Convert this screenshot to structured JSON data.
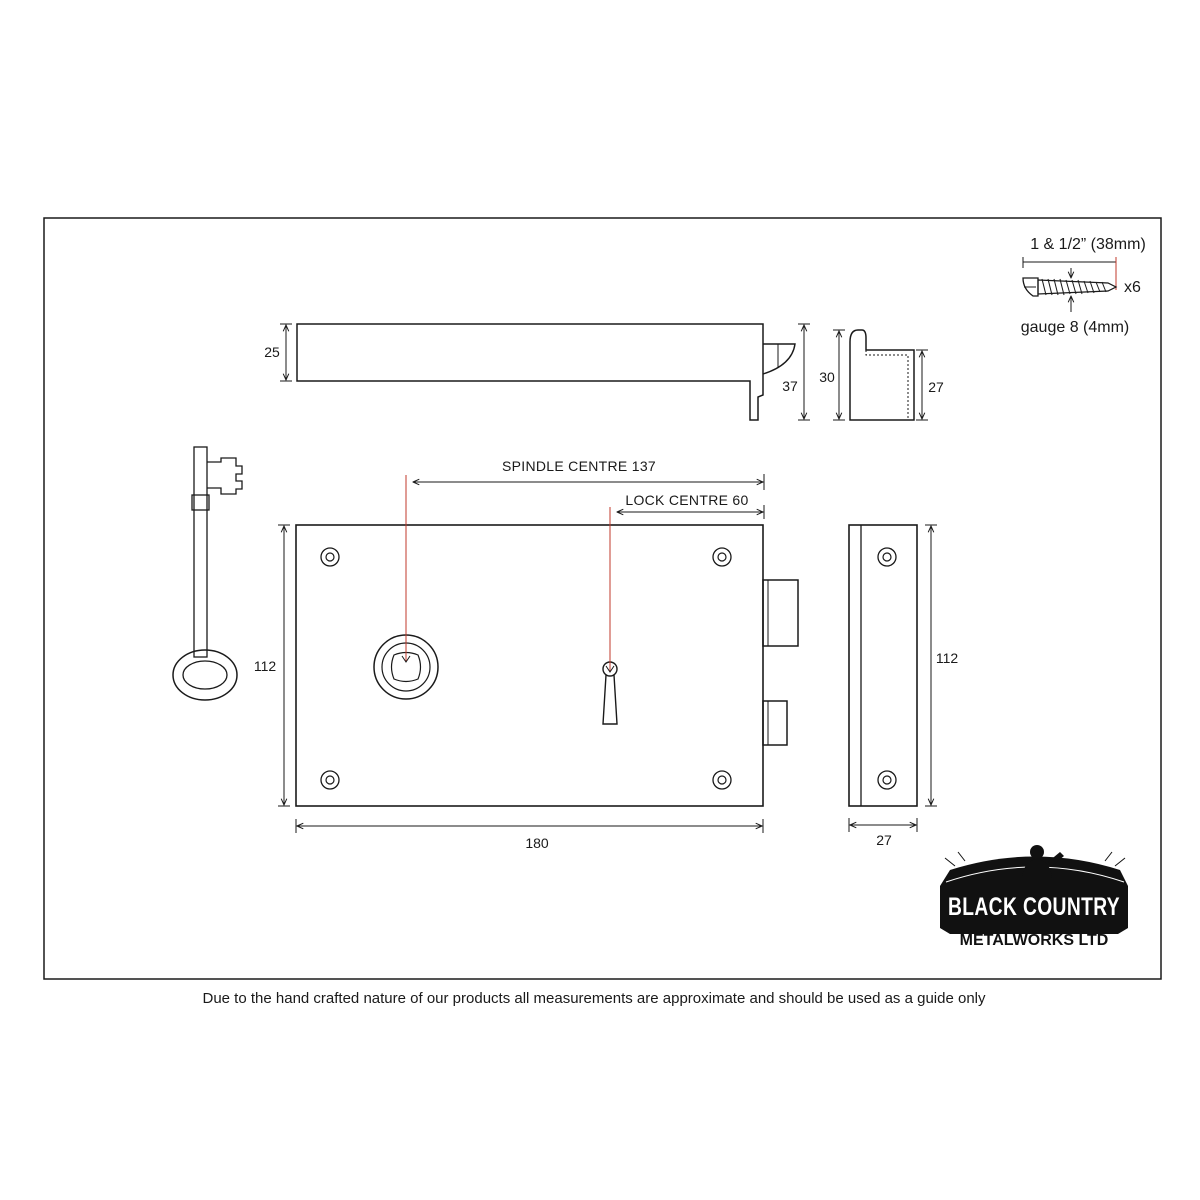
{
  "screw": {
    "length_label": "1 & 1/2” (38mm)",
    "quantity_label": "x6",
    "gauge_label": "gauge 8 (4mm)"
  },
  "side_view": {
    "height_label": "25",
    "bolt_depth_label": "37"
  },
  "keep_view": {
    "height_label": "30",
    "depth_label": "27"
  },
  "front_view": {
    "spindle_centre_label": "SPINDLE CENTRE 137",
    "lock_centre_label": "LOCK CENTRE 60",
    "height_label": "112",
    "width_label": "180"
  },
  "edge_view": {
    "height_label": "112",
    "width_label": "27"
  },
  "logo": {
    "main_text": "BLACK COUNTRY",
    "sub_text": "METALWORKS LTD"
  },
  "disclaimer": "Due to the hand crafted nature of our products all measurements are approximate and should be used as a guide only",
  "colors": {
    "line": "#1a1a1a",
    "centre_line": "#c0392b",
    "logo_dark": "#111111",
    "background": "#ffffff"
  }
}
